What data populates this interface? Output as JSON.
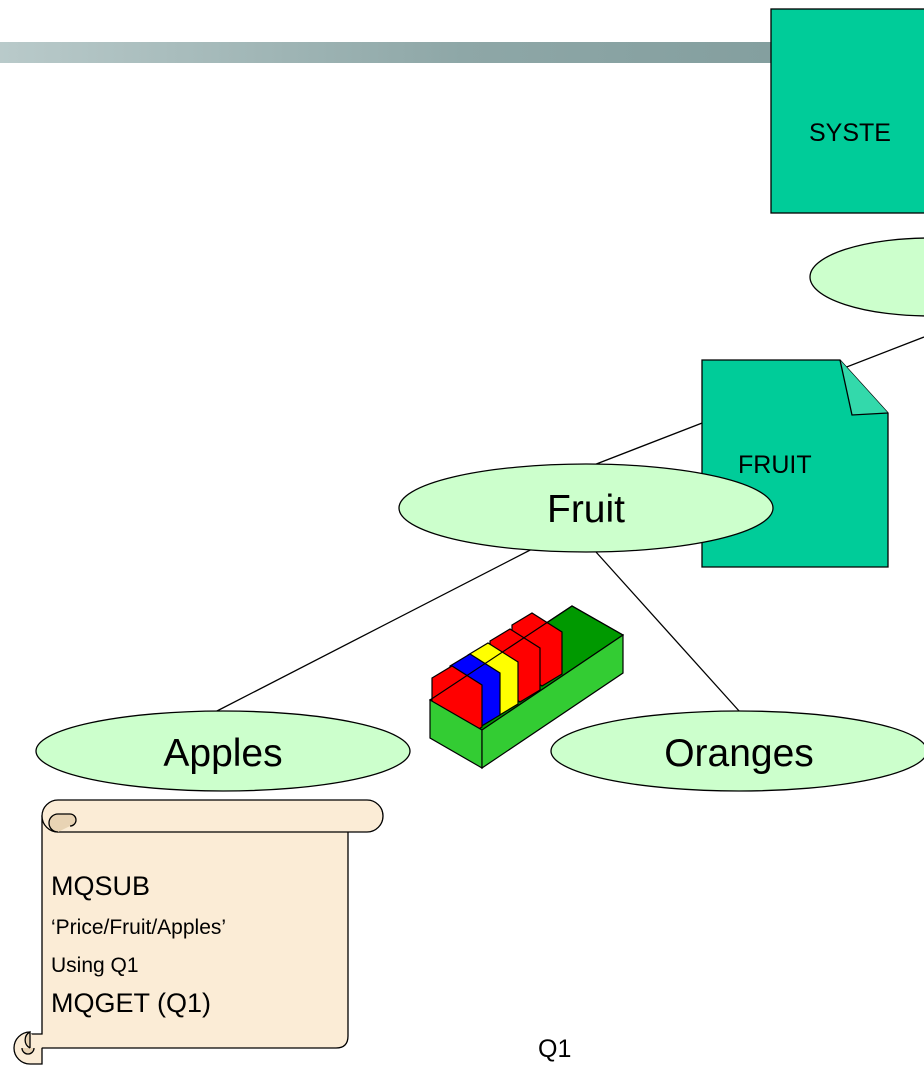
{
  "colors": {
    "header_bar": "#8ea7a7",
    "topic_object": "#00cc99",
    "node_fill": "#ccffcc",
    "scroll_fill": "#fbecd6",
    "queue_green": "#33cc33",
    "queue_dark_green": "#009900",
    "msg_red": "#ff0000",
    "msg_blue": "#0000ff",
    "msg_yellow": "#ffff00"
  },
  "topic_objects": {
    "system": "SYSTE",
    "fruit": "FRUIT"
  },
  "nodes": {
    "fruit": "Fruit",
    "apples": "Apples",
    "oranges": "Oranges"
  },
  "subscription": {
    "line1": "MQSUB",
    "line2": "‘Price/Fruit/Apples’",
    "line3": "Using Q1",
    "line4": "MQGET (Q1)"
  },
  "queue": {
    "label": "Q1"
  }
}
